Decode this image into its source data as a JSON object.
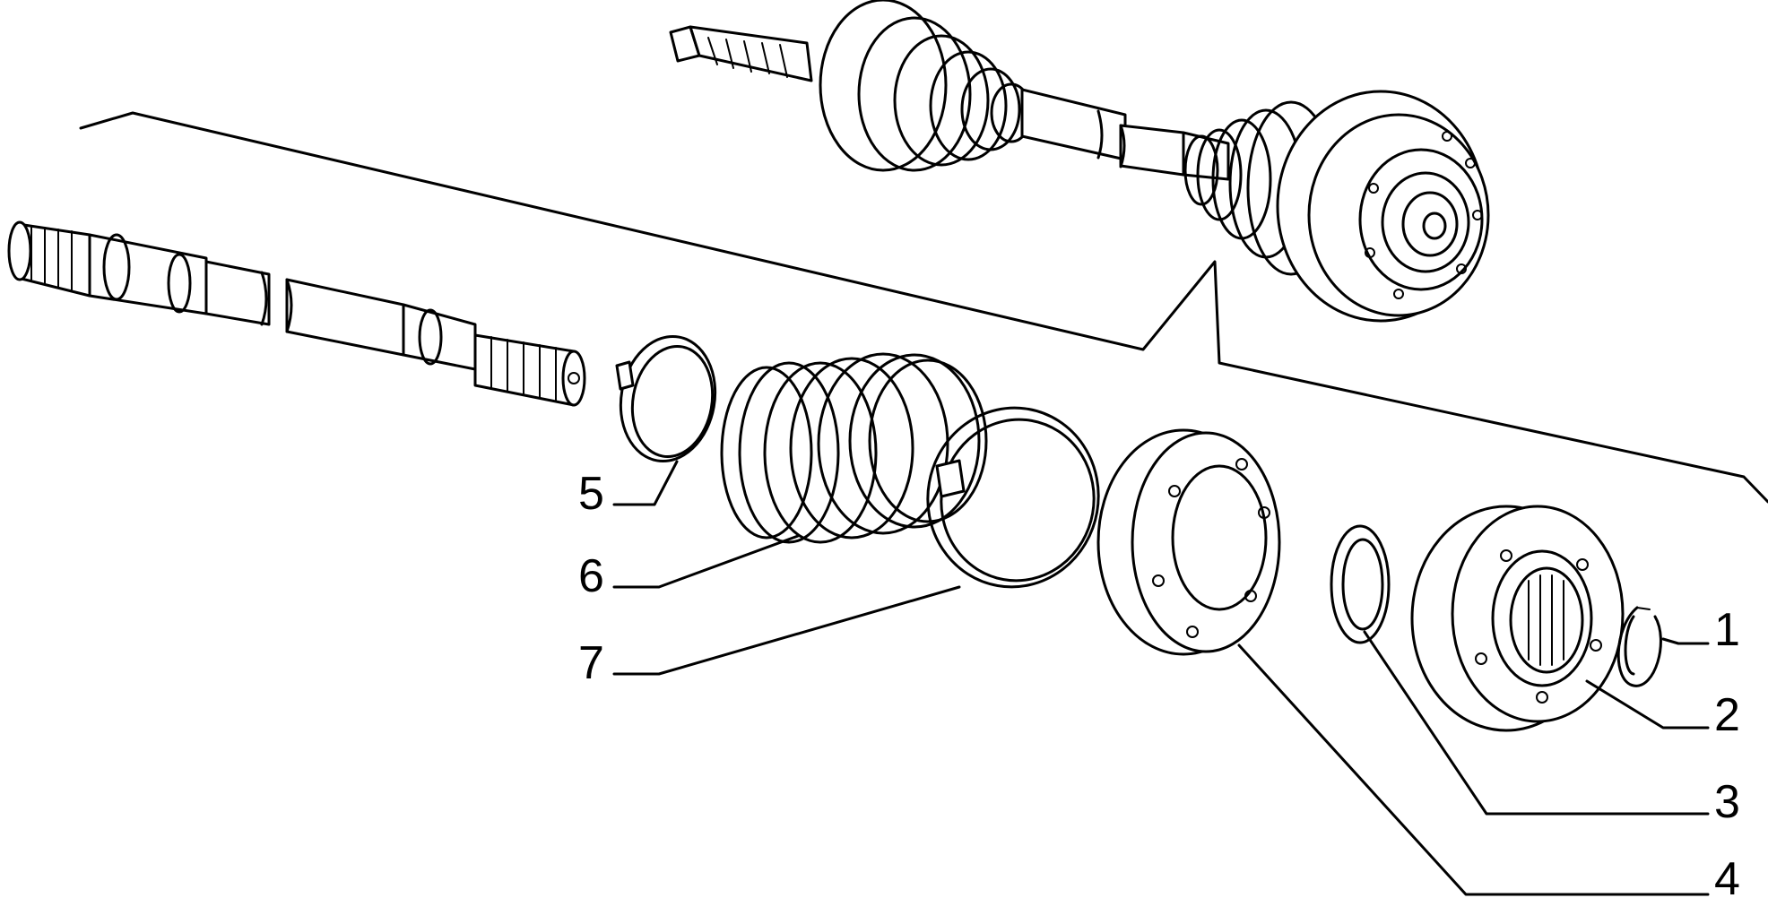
{
  "callouts": [
    {
      "number": "1"
    },
    {
      "number": "2"
    },
    {
      "number": "3"
    },
    {
      "number": "4"
    },
    {
      "number": "5"
    },
    {
      "number": "6"
    },
    {
      "number": "7"
    }
  ],
  "colors": {
    "ink": "#000000",
    "paper": "#ffffff"
  }
}
